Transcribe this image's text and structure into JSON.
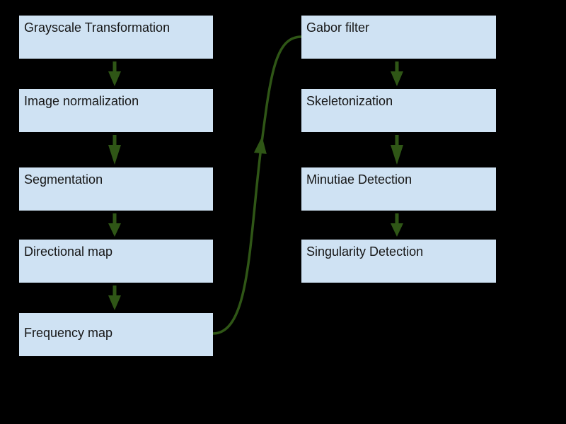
{
  "diagram": {
    "type": "flowchart",
    "subject": "fingerprint image processing pipeline",
    "colors": {
      "background": "#000000",
      "node_fill": "#cfe2f3",
      "node_text": "#161616",
      "arrow": "#2f5616"
    },
    "nodes": {
      "left": [
        "Grayscale Transformation",
        "Image normalization",
        "Segmentation",
        "Directional map",
        "Frequency map"
      ],
      "right": [
        "Gabor filter",
        "Skeletonization",
        "Minutiae Detection",
        "Singularity Detection"
      ]
    },
    "edges": [
      {
        "from": "Grayscale Transformation",
        "to": "Image normalization",
        "style": "straight-down-arrow"
      },
      {
        "from": "Image normalization",
        "to": "Segmentation",
        "style": "straight-down-arrow"
      },
      {
        "from": "Segmentation",
        "to": "Directional map",
        "style": "straight-down-arrow"
      },
      {
        "from": "Directional map",
        "to": "Frequency map",
        "style": "straight-down-arrow"
      },
      {
        "from": "Frequency map",
        "to": "Gabor filter",
        "style": "curved-arrow"
      },
      {
        "from": "Gabor filter",
        "to": "Skeletonization",
        "style": "straight-down-arrow"
      },
      {
        "from": "Skeletonization",
        "to": "Minutiae Detection",
        "style": "straight-down-arrow"
      },
      {
        "from": "Minutiae Detection",
        "to": "Singularity Detection",
        "style": "straight-down-arrow"
      }
    ]
  }
}
